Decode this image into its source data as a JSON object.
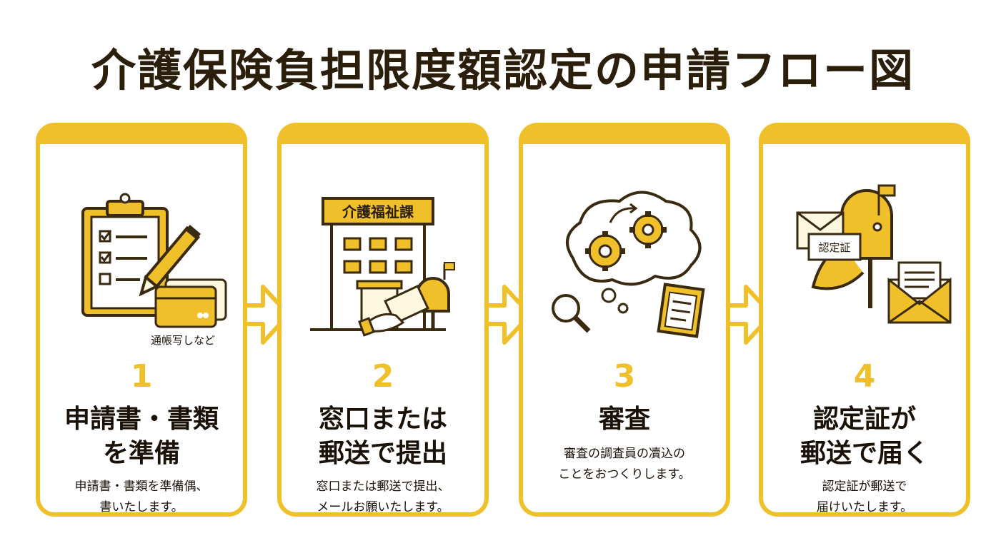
{
  "title": "介護保険負担限度額認定の申請フロー図",
  "colors": {
    "accent": "#f0c02a",
    "dark": "#3a2a10",
    "light": "#fff8e0"
  },
  "steps": [
    {
      "number": "1",
      "title_line1": "申請書・書類",
      "title_line2": "を準備",
      "desc_line1": "申請書・書類を準備偶、",
      "desc_line2": "書いたします。",
      "icon": "clipboard-checklist-icon",
      "icon_caption": "通帳写しなど"
    },
    {
      "number": "2",
      "title_line1": "窓口または",
      "title_line2": "郵送で提出",
      "desc_line1": "窓口または郵送で提出、",
      "desc_line2": "メールお願いたします。",
      "icon": "office-building-icon",
      "building_sign": "介護福祉課"
    },
    {
      "number": "3",
      "title_line1": "審査",
      "desc_line1": "審査の調査員の凟込の",
      "desc_line2": "ことをおつくりします。",
      "icon": "thought-gears-icon"
    },
    {
      "number": "4",
      "title_line1": "認定証が",
      "title_line2": "郵送で届く",
      "desc_line1": "認定証が郵送で",
      "desc_line2": "届けいたします。",
      "icon": "mailbox-icon",
      "certificate_label": "認定証"
    }
  ]
}
